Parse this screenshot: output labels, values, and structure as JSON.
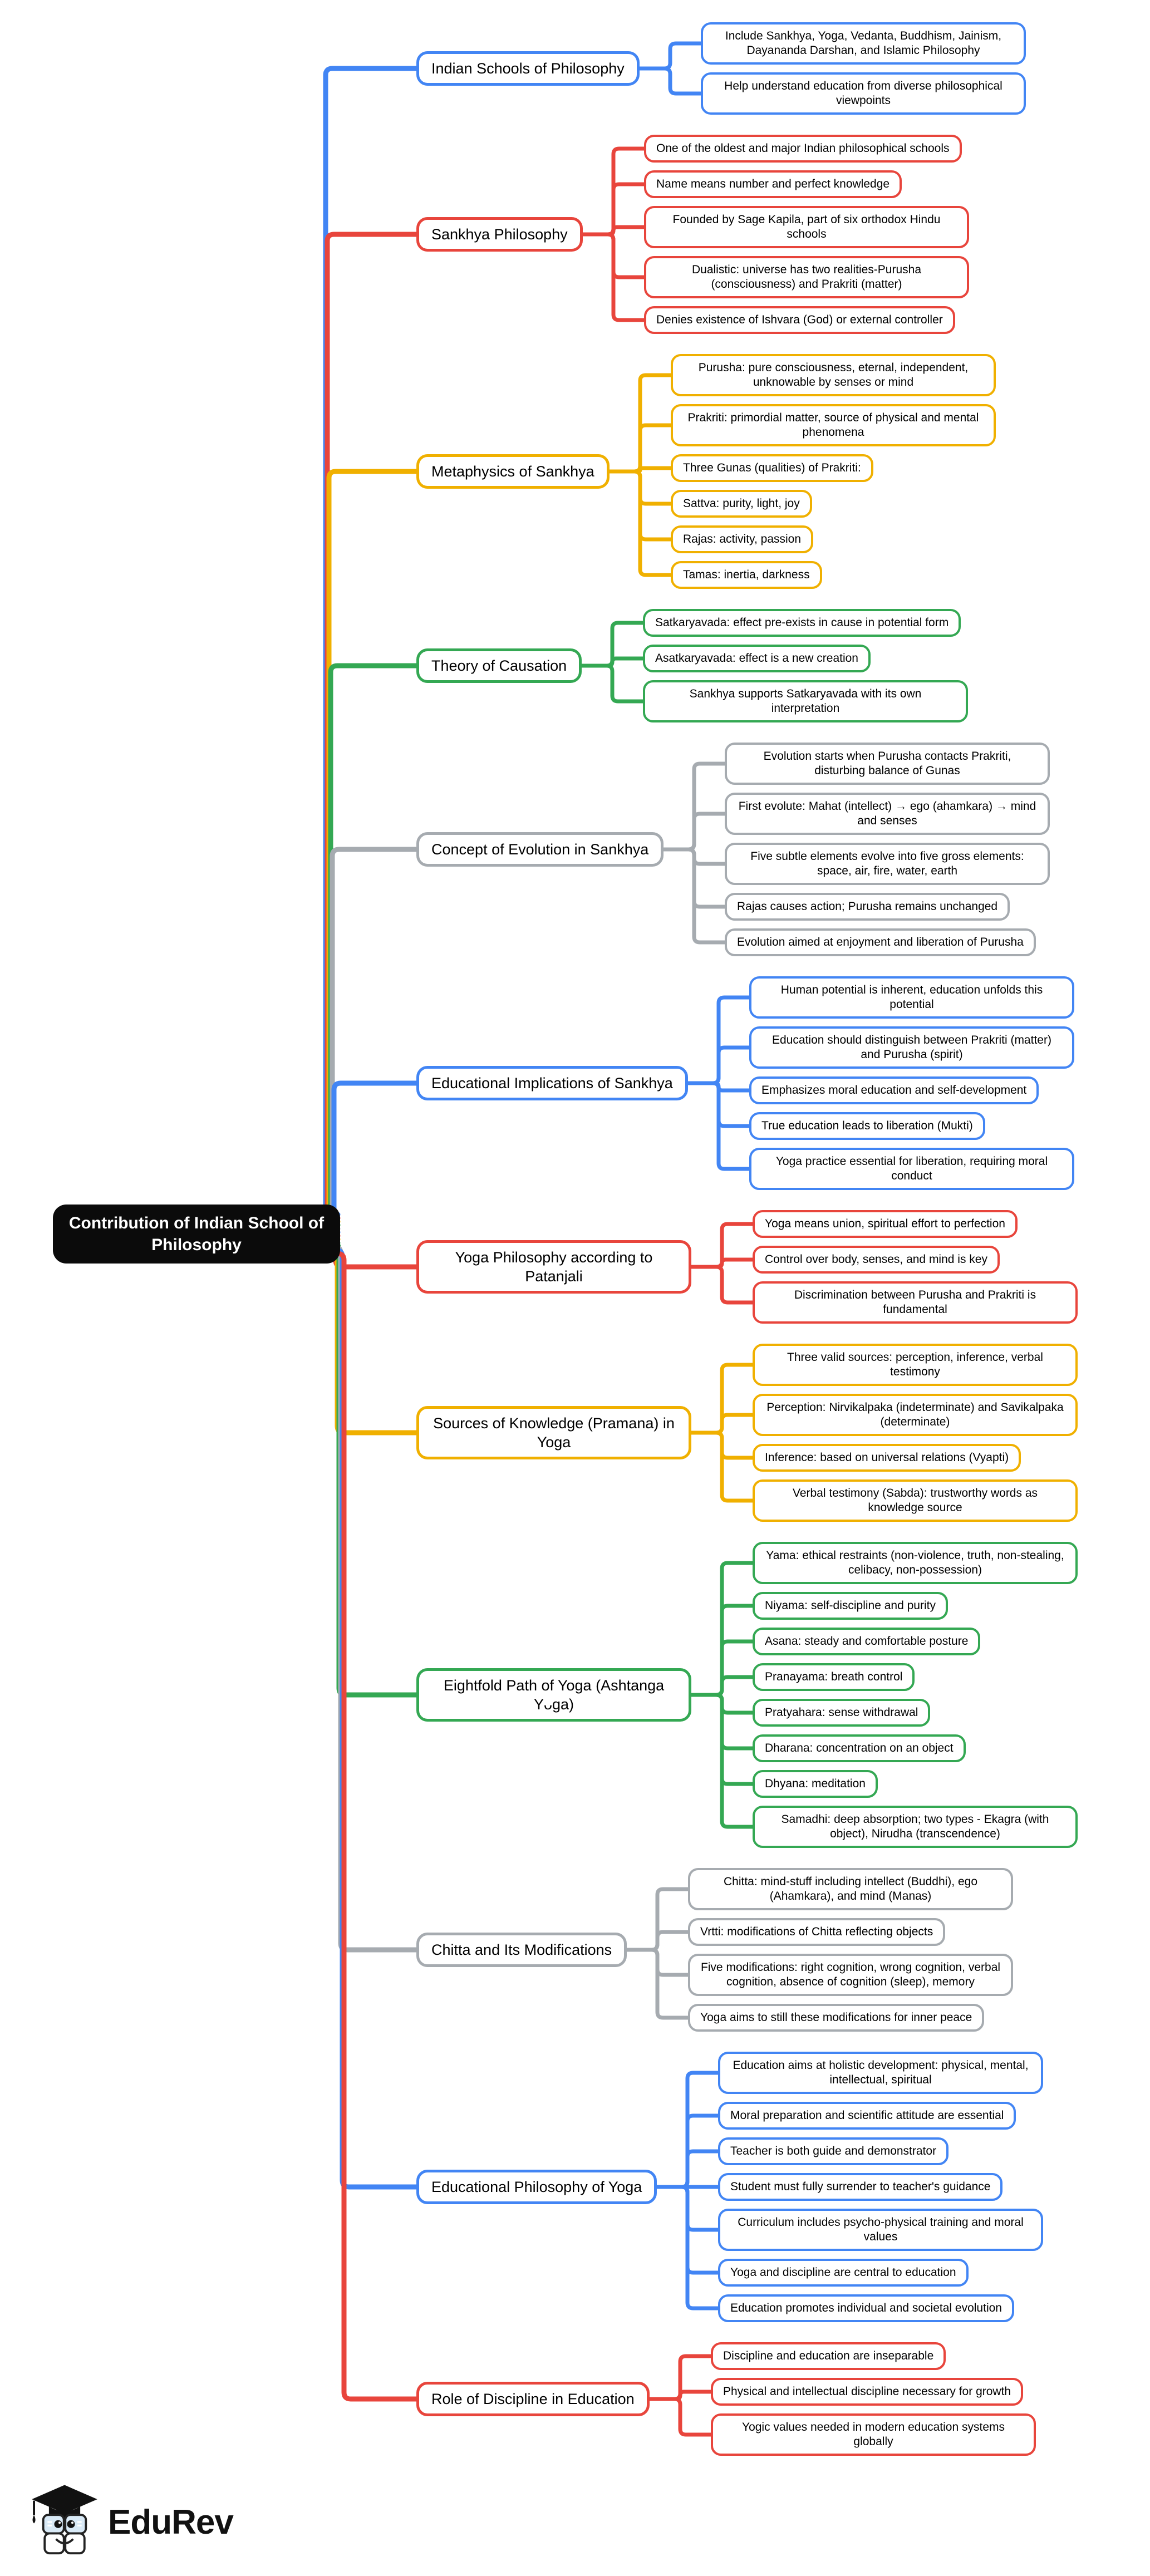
{
  "root": {
    "label": "Contribution of Indian School of Philosophy"
  },
  "brand": {
    "name": "EduRev"
  },
  "palette": {
    "blue": "#4285F4",
    "red": "#E8453C",
    "yellow": "#F0B000",
    "green": "#34A853",
    "gray": "#A6ABB0",
    "root_bg": "#0B0B0B",
    "root_text": "#FFFFFF",
    "node_bg": "#FFFFFF",
    "text": "#000000"
  },
  "branches": [
    {
      "label": "Indian Schools of Philosophy",
      "color": "blue",
      "leaves": [
        "Include Sankhya, Yoga, Vedanta, Buddhism, Jainism, Dayananda Darshan, and Islamic Philosophy",
        "Help understand education from diverse philosophical viewpoints"
      ]
    },
    {
      "label": "Sankhya Philosophy",
      "color": "red",
      "leaves": [
        "One of the oldest and major Indian philosophical schools",
        "Name means number and perfect knowledge",
        "Founded by Sage Kapila, part of six orthodox Hindu schools",
        "Dualistic: universe has two realities-Purusha (consciousness) and Prakriti (matter)",
        "Denies existence of Ishvara (God) or external controller"
      ]
    },
    {
      "label": "Metaphysics of Sankhya",
      "color": "yellow",
      "leaves": [
        "Purusha: pure consciousness, eternal, independent, unknowable by senses or mind",
        "Prakriti: primordial matter, source of physical and mental phenomena",
        "Three Gunas (qualities) of Prakriti:",
        "Sattva: purity, light, joy",
        "Rajas: activity, passion",
        "Tamas: inertia, darkness"
      ]
    },
    {
      "label": "Theory of Causation",
      "color": "green",
      "leaves": [
        "Satkaryavada: effect pre-exists in cause in potential form",
        "Asatkaryavada: effect is a new creation",
        "Sankhya supports Satkaryavada with its own interpretation"
      ]
    },
    {
      "label": "Concept of Evolution in Sankhya",
      "color": "gray",
      "leaves": [
        "Evolution starts when Purusha contacts Prakriti, disturbing balance of Gunas",
        "First evolute: Mahat (intellect) → ego (ahamkara) → mind and senses",
        "Five subtle elements evolve into five gross elements: space, air, fire, water, earth",
        "Rajas causes action; Purusha remains unchanged",
        "Evolution aimed at enjoyment and liberation of Purusha"
      ]
    },
    {
      "label": "Educational Implications of Sankhya",
      "color": "blue",
      "leaves": [
        "Human potential is inherent, education unfolds this potential",
        "Education should distinguish between Prakriti (matter) and Purusha (spirit)",
        "Emphasizes moral education and self-development",
        "True education leads to liberation (Mukti)",
        "Yoga practice essential for liberation, requiring moral conduct"
      ]
    },
    {
      "label": "Yoga Philosophy according to Patanjali",
      "color": "red",
      "leaves": [
        "Yoga means union, spiritual effort to perfection",
        "Control over body, senses, and mind is key",
        "Discrimination between Purusha and Prakriti is fundamental"
      ]
    },
    {
      "label": "Sources of Knowledge (Pramana) in Yoga",
      "color": "yellow",
      "leaves": [
        "Three valid sources: perception, inference, verbal testimony",
        "Perception: Nirvikalpaka (indeterminate) and Savikalpaka (determinate)",
        "Inference: based on universal relations (Vyapti)",
        "Verbal testimony (Sabda): trustworthy words as knowledge source"
      ]
    },
    {
      "label": "Eightfold Path of Yoga (Ashtanga Yᴗga)",
      "color": "green",
      "leaves": [
        "Yama: ethical restraints (non-violence, truth, non-stealing, celibacy, non-possession)",
        "Niyama: self-discipline and purity",
        "Asana: steady and comfortable posture",
        "Pranayama: breath control",
        "Pratyahara: sense withdrawal",
        "Dharana: concentration on an object",
        "Dhyana: meditation",
        "Samadhi: deep absorption; two types - Ekagra (with object), Nirudha (transcendence)"
      ]
    },
    {
      "label": "Chitta and Its Modifications",
      "color": "gray",
      "leaves": [
        "Chitta: mind-stuff including intellect (Buddhi), ego (Ahamkara), and mind (Manas)",
        "Vrtti: modifications of Chitta reflecting objects",
        "Five modifications: right cognition, wrong cognition, verbal cognition, absence of cognition (sleep), memory",
        "Yoga aims to still these modifications for inner peace"
      ]
    },
    {
      "label": "Educational Philosophy of Yoga",
      "color": "blue",
      "leaves": [
        "Education aims at holistic development: physical, mental, intellectual, spiritual",
        "Moral preparation and scientific attitude are essential",
        "Teacher is both guide and demonstrator",
        "Student must fully surrender to teacher's guidance",
        "Curriculum includes psycho-physical training and moral values",
        "Yoga and discipline are central to education",
        "Education promotes individual and societal evolution"
      ]
    },
    {
      "label": "Role of Discipline in Education",
      "color": "red",
      "leaves": [
        "Discipline and education are inseparable",
        "Physical and intellectual discipline necessary for growth",
        "Yogic values needed in modern education systems globally"
      ]
    }
  ]
}
